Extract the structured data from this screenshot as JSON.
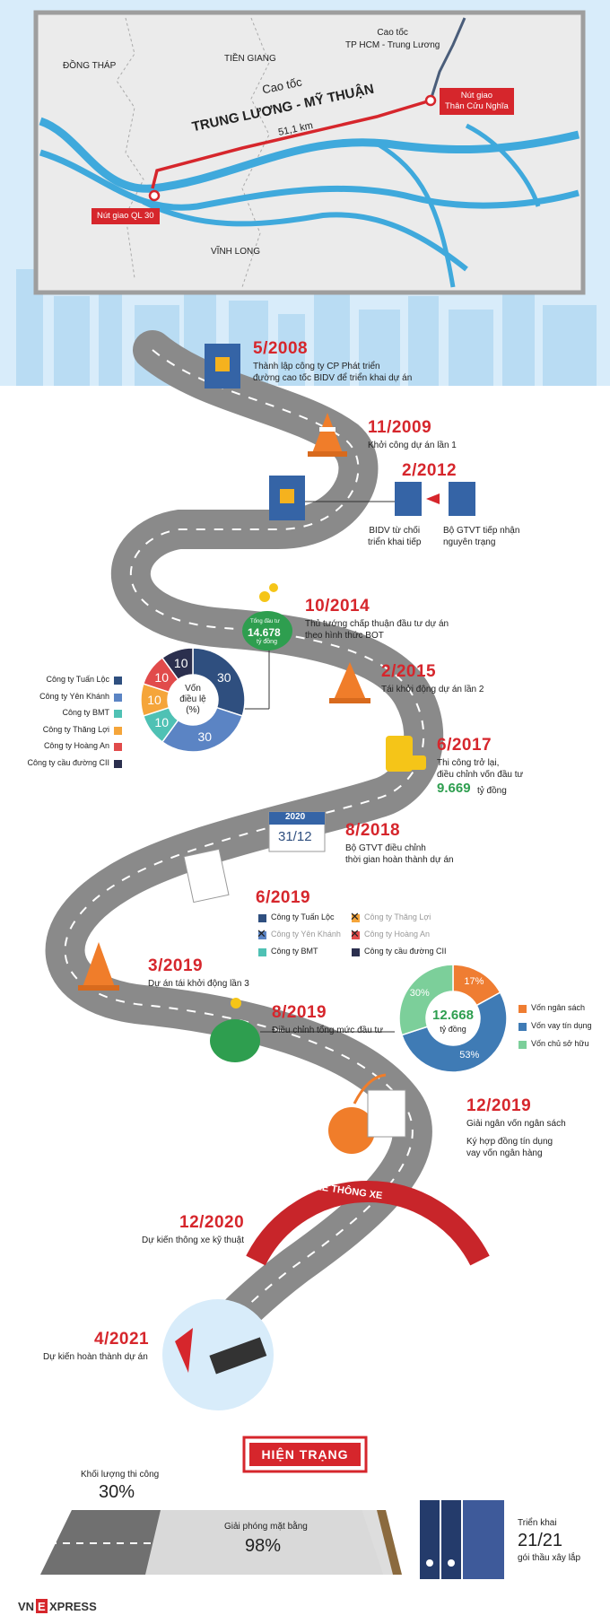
{
  "colors": {
    "accent_red": "#d6262c",
    "green": "#2e9e4f",
    "navy": "#2f4f7f",
    "road": "#8a8a8a",
    "sky": "#cfe6f7"
  },
  "map": {
    "dong_thap": "ĐỒNG THÁP",
    "tien_giang": "TIỀN GIANG",
    "vinh_long": "VĨNH LONG",
    "hcm_road": "Cao tốc\nTP HCM - Trung Lương",
    "road_prefix": "Cao tốc",
    "road_name": "TRUNG LƯƠNG - MỸ THUẬN",
    "length": "51,1 km",
    "than_cuu_nghia": "Nút giao\nThân Cửu Nghĩa",
    "ql30": "Nút giao QL 30"
  },
  "timeline": [
    {
      "year": "5/2008",
      "text": "Thành lập công ty CP Phát triển\nđường cao tốc BIDV để triển khai dự án"
    },
    {
      "year": "11/2009",
      "text": "Khởi công dự án lần 1"
    },
    {
      "year": "2/2012",
      "text": ""
    },
    {
      "year": "10/2014",
      "text": "Thủ tướng chấp thuận đầu tư dự án\ntheo hình thức BOT"
    },
    {
      "year": "2/2015",
      "text": "Tái khởi động dự án lần 2"
    },
    {
      "year": "6/2017",
      "text": "Thi công trở lại,\nđiều chỉnh vốn đầu tư"
    },
    {
      "year": "8/2018",
      "text": "Bộ GTVT điều chỉnh\nthời gian hoàn thành dự án"
    },
    {
      "year": "6/2019",
      "text": ""
    },
    {
      "year": "3/2019",
      "text": "Dự án tái khởi động lần 3"
    },
    {
      "year": "8/2019",
      "text": "Điều chỉnh tổng mức đầu tư"
    },
    {
      "year": "12/2019",
      "text": "Giải ngân vốn ngân sách"
    },
    {
      "year": "12/2020",
      "text": "Dự kiến thông xe kỹ thuật"
    },
    {
      "year": "4/2021",
      "text": "Dự kiến hoàn thành dự án"
    }
  ],
  "event_2012": {
    "left": "BIDV từ chối\ntriển khai tiếp",
    "right": "Bộ GTVT tiếp nhận\nnguyên trạng"
  },
  "event_2014_bag": {
    "label": "Tổng đầu tư",
    "value": "14.678",
    "unit": "tỷ đồng"
  },
  "event_2017": {
    "value": "9.669",
    "unit": "tỷ đồng"
  },
  "event_2018_calendar": {
    "year": "2020",
    "date": "31/12"
  },
  "event_2019_12": {
    "extra": "Ký hợp đồng tín dụng\nvay vốn ngân hàng"
  },
  "capital_pie": {
    "center": "Vốn\nđiều lệ\n(%)",
    "legend": [
      {
        "name": "Công ty Tuấn Lộc",
        "value": 30,
        "color": "#2f4f7f"
      },
      {
        "name": "Công ty Yên Khánh",
        "value": 30,
        "color": "#5b84c4"
      },
      {
        "name": "Công ty BMT",
        "value": 10,
        "color": "#4fc1b4"
      },
      {
        "name": "Công ty Thăng Lợi",
        "value": 10,
        "color": "#f5a53a"
      },
      {
        "name": "Công ty Hoàng An",
        "value": 10,
        "color": "#e14b4b"
      },
      {
        "name": "Công ty cầu đường CII",
        "value": 10,
        "color": "#2b2f4e"
      }
    ]
  },
  "partners_2019": [
    {
      "name": "Công ty Tuấn Lộc",
      "color": "#2f4f7f",
      "removed": false
    },
    {
      "name": "Công ty Thăng Lợi",
      "color": "#f5a53a",
      "removed": true
    },
    {
      "name": "Công ty Yên Khánh",
      "color": "#5b84c4",
      "removed": true
    },
    {
      "name": "Công ty Hoàng An",
      "color": "#e14b4b",
      "removed": true
    },
    {
      "name": "Công ty BMT",
      "color": "#4fc1b4",
      "removed": false
    },
    {
      "name": "Công ty cầu đường CII",
      "color": "#2b2f4e",
      "removed": false
    }
  ],
  "chart_data": {
    "type": "pie",
    "center_value": "12.668",
    "center_unit": "tỷ đồng",
    "series": [
      {
        "name": "Vốn ngân sách",
        "value": 17,
        "label": "17%",
        "color": "#ef7d32"
      },
      {
        "name": "Vốn vay tín dụng",
        "value": 53,
        "label": "53%",
        "color": "#3f7bb5"
      },
      {
        "name": "Vốn chủ sở hữu",
        "value": 30,
        "label": "30%",
        "color": "#7ccf9a"
      }
    ]
  },
  "opening": {
    "arch": "LỄ THÔNG XE"
  },
  "status": {
    "title": "HIỆN TRẠNG",
    "construction_label": "Khối lượng thi công",
    "construction_value": "30%",
    "construction_fraction": 0.3,
    "clearance_label": "Giải phóng mặt bằng",
    "clearance_value": "98%",
    "clearance_fraction": 0.98,
    "packages_label": "Triển khai",
    "packages_value": "21/21",
    "packages_unit": "gói thầu xây lắp"
  },
  "footer": {
    "brand_left": "VN",
    "brand_right": "XPRESS",
    "brand_letter": "E"
  }
}
